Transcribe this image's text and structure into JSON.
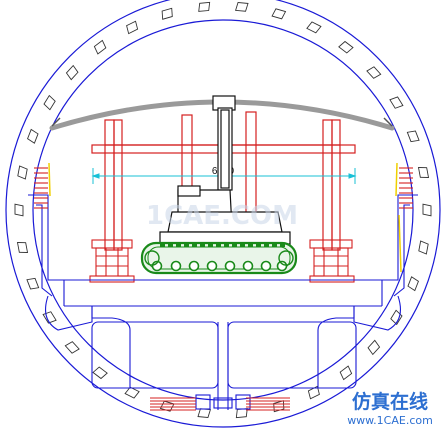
{
  "drawing": {
    "dimension_label": "6500",
    "watermark_center": "1CAE.COM",
    "watermark_cn": "仿真在线",
    "watermark_url": "www.1CAE.com"
  },
  "colors": {
    "ring": "#1a1ad6",
    "frame": "#d42020",
    "dimension": "#19c0d6",
    "rail": "#9a9a9a",
    "body": "#111111",
    "track": "#1a8a1a",
    "accent_yellow": "#f0d000",
    "watermark": "#2d6fd1"
  }
}
